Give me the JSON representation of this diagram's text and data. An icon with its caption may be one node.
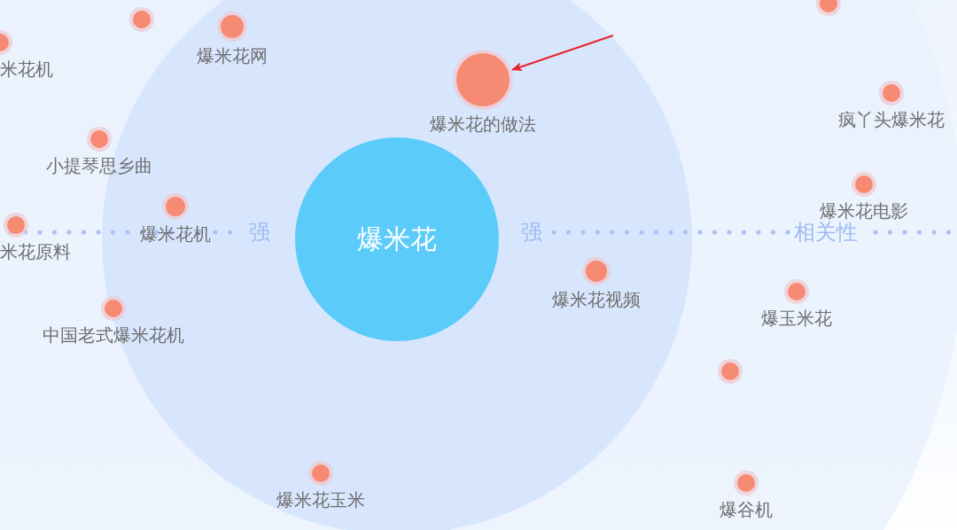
{
  "diagram": {
    "nodes": [
      {
        "text": [
          "爆米花"
        ]
      },
      {
        "text": [
          "米花机"
        ]
      },
      {
        "text": [],
        "shape": "circle"
      },
      {
        "text": [
          "爆米花网"
        ]
      },
      {
        "text": [
          "爆米花的做法"
        ]
      },
      {
        "text": [],
        "shape": "circle"
      },
      {
        "text": [
          "疯丫头爆米花"
        ]
      },
      {
        "text": [
          "小提琴思乡曲"
        ]
      },
      {
        "text": [
          "爆米花机"
        ]
      },
      {
        "text": [
          "米花原料"
        ]
      },
      {
        "text": [
          "爆米花电影"
        ]
      },
      {
        "text": [
          "爆米花视频"
        ]
      },
      {
        "text": [
          "中国老式爆米花机"
        ]
      },
      {
        "text": [
          "爆玉米花"
        ]
      },
      {
        "text": [],
        "shape": "circle"
      },
      {
        "text": [
          "爆米花玉米"
        ]
      },
      {
        "text": [
          "爆谷机"
        ]
      }
    ],
    "edges": [
      {
        "from": null,
        "to": 4,
        "arrow": "to",
        "color": "#e8242a"
      }
    ],
    "labels": [
      "强",
      "强",
      "相关性"
    ]
  }
}
